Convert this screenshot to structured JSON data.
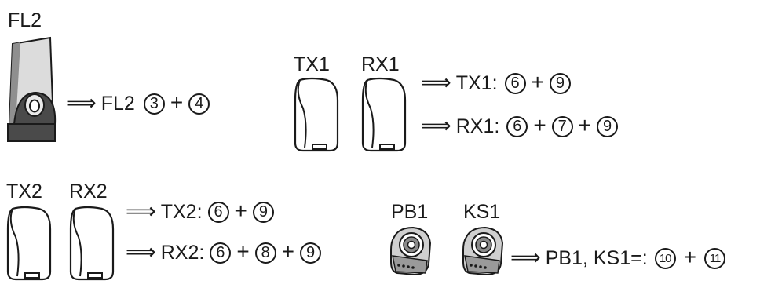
{
  "arrow": "⟹",
  "plus": "+",
  "fl2": {
    "device_label": "FL2",
    "target": "FL2",
    "steps": [
      "3",
      "4"
    ]
  },
  "pair1": {
    "tx_label": "TX1",
    "rx_label": "RX1",
    "tx_line": {
      "name": "TX1:",
      "steps": [
        "6",
        "9"
      ]
    },
    "rx_line": {
      "name": "RX1:",
      "steps": [
        "6",
        "7",
        "9"
      ]
    }
  },
  "pair2": {
    "tx_label": "TX2",
    "rx_label": "RX2",
    "tx_line": {
      "name": "TX2:",
      "steps": [
        "6",
        "9"
      ]
    },
    "rx_line": {
      "name": "RX2:",
      "steps": [
        "6",
        "8",
        "9"
      ]
    }
  },
  "switches": {
    "pb_label": "PB1",
    "ks_label": "KS1",
    "line": {
      "name": "PB1, KS1=:",
      "steps": [
        "10",
        "11"
      ]
    }
  }
}
